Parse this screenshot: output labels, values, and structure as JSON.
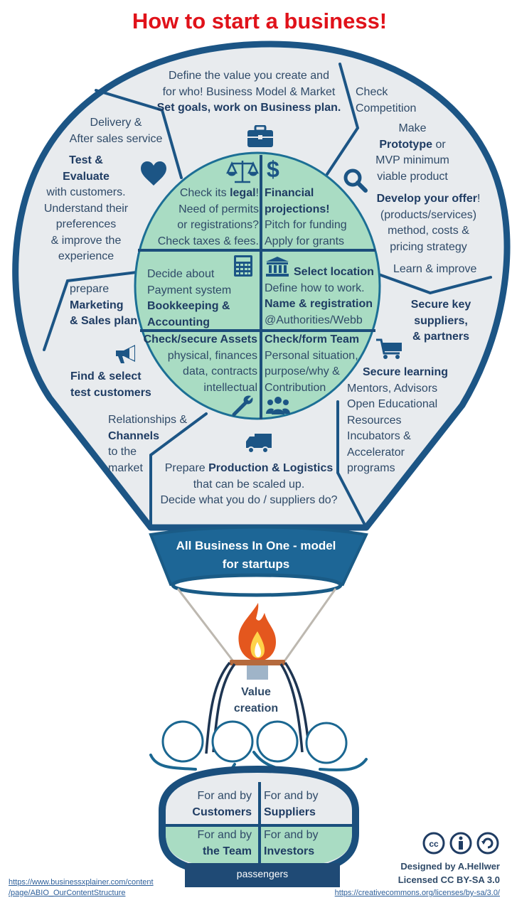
{
  "title": "How to start a business!",
  "colors": {
    "title_red": "#e0121a",
    "outline_blue": "#1c5585",
    "envelope_fill": "#e8ebee",
    "core_green": "#a9dcc3",
    "text_navy": "#2f4a68",
    "banner_blue": "#1d6696",
    "passengers_bar": "#1f4a75"
  },
  "outer_sections": {
    "top": {
      "line1": "Define the value you create and",
      "line2": "for who! Business Model & Market",
      "line3_bold": "Set goals, work on Business plan.",
      "icon": "briefcase-icon"
    },
    "delivery": {
      "line1": "Delivery &",
      "line2": "After sales service"
    },
    "test": {
      "bold1": "Test &",
      "bold2": "Evaluate",
      "line1": "with customers.",
      "line2": "Understand their",
      "line3": "preferences",
      "line4": "& improve the",
      "line5": "experience",
      "icon": "heart-icon"
    },
    "competition": {
      "line1": "Check",
      "line2": "Competition"
    },
    "prototype": {
      "line1": "Make",
      "bold": "Prototype",
      "line2_rest": " or",
      "line3": "MVP minimum",
      "line4": "viable product",
      "icon": "magnifier-icon"
    },
    "offer": {
      "bold": "Develop your offer",
      "bang": "!",
      "line2": "(products/services)",
      "line3": "method, costs &",
      "line4": "pricing strategy"
    },
    "learn": {
      "line1": "Learn & improve"
    },
    "suppliers": {
      "bold1": "Secure key",
      "bold2": "suppliers,",
      "bold3": "& partners"
    },
    "learning": {
      "bold": "Secure learning",
      "line1": "Mentors, Advisors",
      "line2": "Open Educational",
      "line3": "Resources",
      "line4": "Incubators &",
      "line5": "Accelerator",
      "line6": "programs",
      "icon": "shopping-cart-icon"
    },
    "marketing": {
      "line1": "prepare",
      "bold1": "Marketing",
      "bold2": "& Sales plan"
    },
    "find": {
      "bold1": "Find & select",
      "bold2": "test customers",
      "icon": "megaphone-icon"
    },
    "channels": {
      "line1": "Relationships &",
      "bold": "Channels",
      "line2": "to the",
      "line3": "market"
    },
    "production": {
      "pre": "Prepare ",
      "bold": "Production & Logistics",
      "line2": "that can be scaled up.",
      "line3": "Decide what you do / suppliers do?",
      "icon": "truck-icon"
    }
  },
  "core_quadrants": {
    "legal": {
      "pre": "Check its ",
      "bold": "legal",
      "post": "!",
      "line2": "Need of permits",
      "line3": "or registrations?",
      "line4": "Check taxes & fees.",
      "icon": "scales-icon"
    },
    "financial": {
      "bold1": "Financial",
      "bold2": "projections!",
      "line3": "Pitch for funding",
      "line4": "Apply for grants",
      "icon": "dollar-icon"
    },
    "payment": {
      "line1": "Decide about",
      "line2": "Payment system",
      "bold1": "Bookkeeping &",
      "bold2": "Accounting",
      "icon": "calculator-icon"
    },
    "location": {
      "bold1": "Select location",
      "line2": "Define how to work.",
      "bold2": "Name & registration",
      "line4": "@Authorities/Webb",
      "icon": "bank-icon"
    },
    "assets": {
      "bold": "Check/secure Assets",
      "line2": "physical, finances",
      "line3": "data, contracts",
      "line4": "intellectual",
      "icon": "wrench-icon"
    },
    "team": {
      "bold": "Check/form Team",
      "line2": "Personal situation,",
      "line3": "purpose/why &",
      "line4": "Contribution",
      "icon": "people-icon"
    }
  },
  "banner": {
    "line1": "All Business In One - model",
    "line2": "for startups"
  },
  "burner": {
    "line1": "Value",
    "line2": "creation",
    "icon": "flame-icon"
  },
  "basket": {
    "cells": [
      {
        "line1": "For and by",
        "bold": "Customers"
      },
      {
        "line1": "For and by",
        "bold": "Suppliers"
      },
      {
        "line1": "For and by",
        "bold": "the Team"
      },
      {
        "line1": "For and by",
        "bold": "Investors"
      }
    ],
    "footer": "passengers"
  },
  "links": {
    "source_line1": "https://www.businessxplainer.com/content",
    "source_line2": "/page/ABIO_OurContentStructure",
    "license_url": "https://creativecommons.org/licenses/by-sa/3.0/"
  },
  "credits": {
    "designed_by": "Designed by A.Hellwer",
    "license": "Licensed CC BY-SA 3.0",
    "icons": [
      "cc-icon",
      "attribution-icon",
      "share-alike-icon"
    ]
  }
}
